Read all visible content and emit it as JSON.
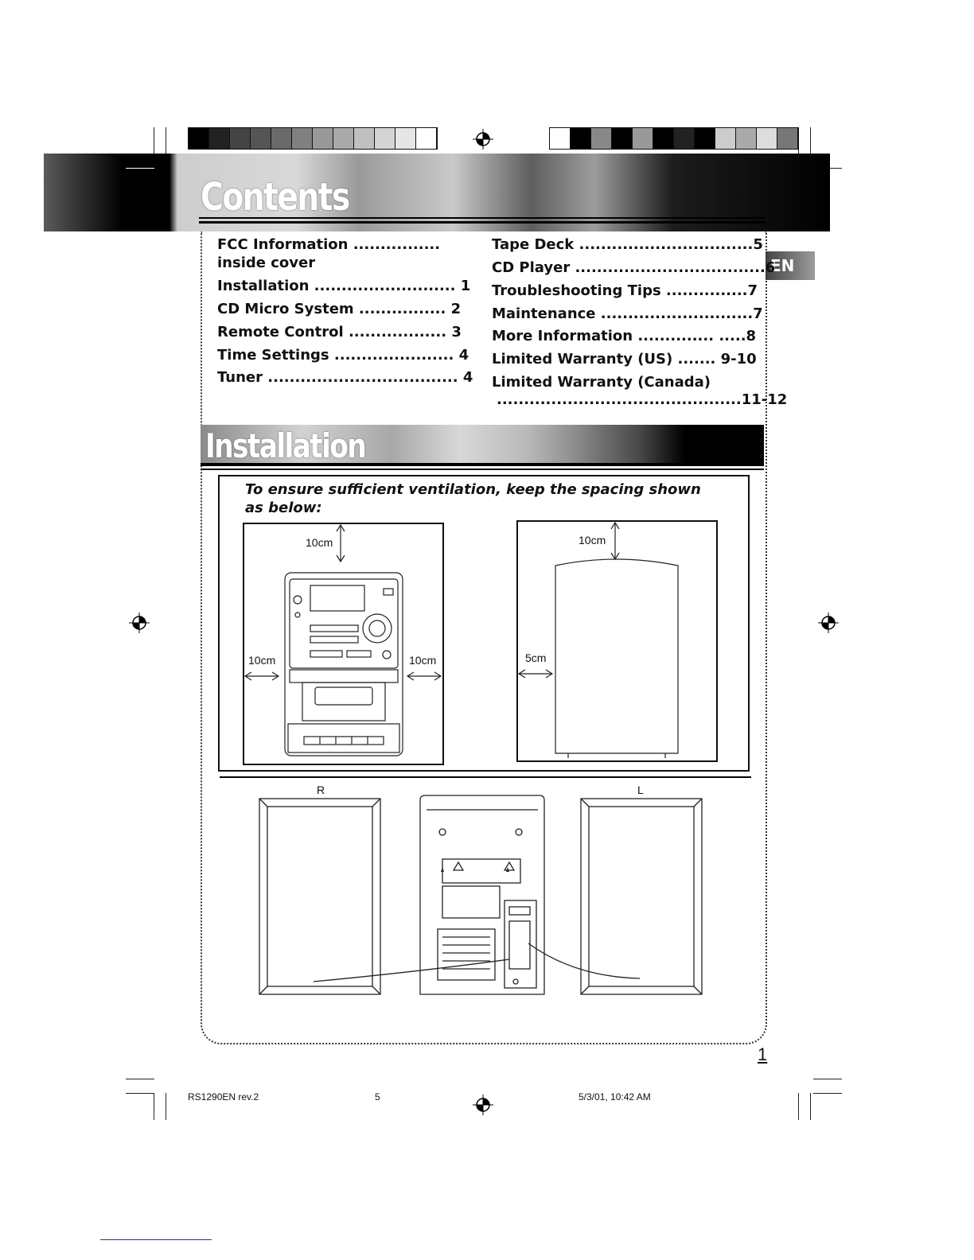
{
  "header": {
    "title": "Contents"
  },
  "language_tab": "EN",
  "toc": {
    "left": [
      {
        "label": "FCC Information ................",
        "page": ""
      },
      {
        "label": "inside cover",
        "page": ""
      },
      {
        "label": "Installation ..........................",
        "page": "1"
      },
      {
        "label": "CD Micro System ................",
        "page": "2"
      },
      {
        "label": "Remote Control ..................",
        "page": "3"
      },
      {
        "label": "Time Settings ......................",
        "page": "4"
      },
      {
        "label": "Tuner ...................................",
        "page": "4"
      }
    ],
    "right": [
      {
        "label": "Tape Deck ................................",
        "page": "5"
      },
      {
        "label": "CD Player ...................................",
        "page": "6"
      },
      {
        "label": "Troubleshooting Tips ...............",
        "page": "7"
      },
      {
        "label": "Maintenance ............................",
        "page": "7"
      },
      {
        "label": "More Information .............. .....",
        "page": "8"
      },
      {
        "label": "Limited Warranty (US) ....... ",
        "page": "9-10"
      },
      {
        "label": "Limited Warranty (Canada)",
        "page": ""
      },
      {
        "label": ".............................................",
        "page": "11-12"
      }
    ]
  },
  "installation": {
    "title": "Installation",
    "note": "To ensure sufficient ventilation, keep the spacing shown as below:",
    "dims": {
      "front_top": "10cm",
      "front_left": "10cm",
      "front_right": "10cm",
      "side_top": "10cm",
      "side_left": "5cm"
    },
    "speaker_labels": {
      "right": "R",
      "left": "L"
    }
  },
  "page_number": "1",
  "footer": {
    "file": "RS1290EN rev.2",
    "sheet": "5",
    "date": "5/3/01, 10:42 AM"
  }
}
